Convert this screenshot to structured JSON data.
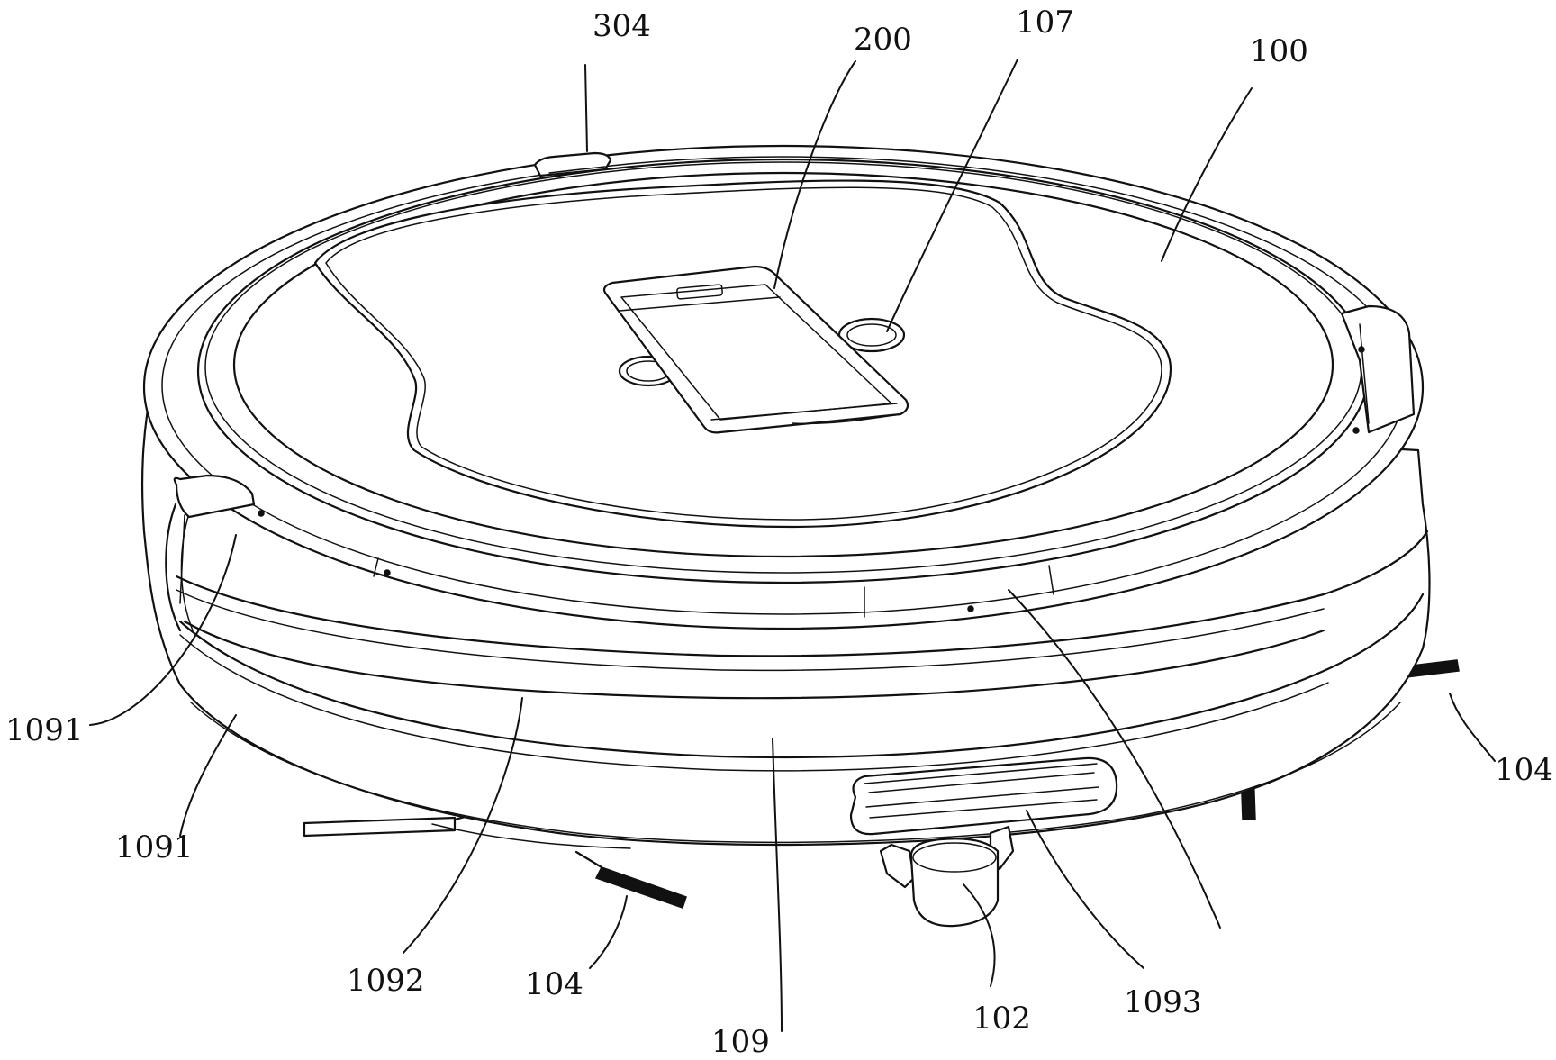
{
  "labels": {
    "l304": "304",
    "l200": "200",
    "l107": "107",
    "l100": "100",
    "l1091a": "1091",
    "l1091b": "1091",
    "l104a": "104",
    "l104b": "104",
    "l1092": "1092",
    "l109": "109",
    "l102": "102",
    "l1093": "1093"
  },
  "colors": {
    "line": "#111111",
    "background": "#ffffff"
  }
}
